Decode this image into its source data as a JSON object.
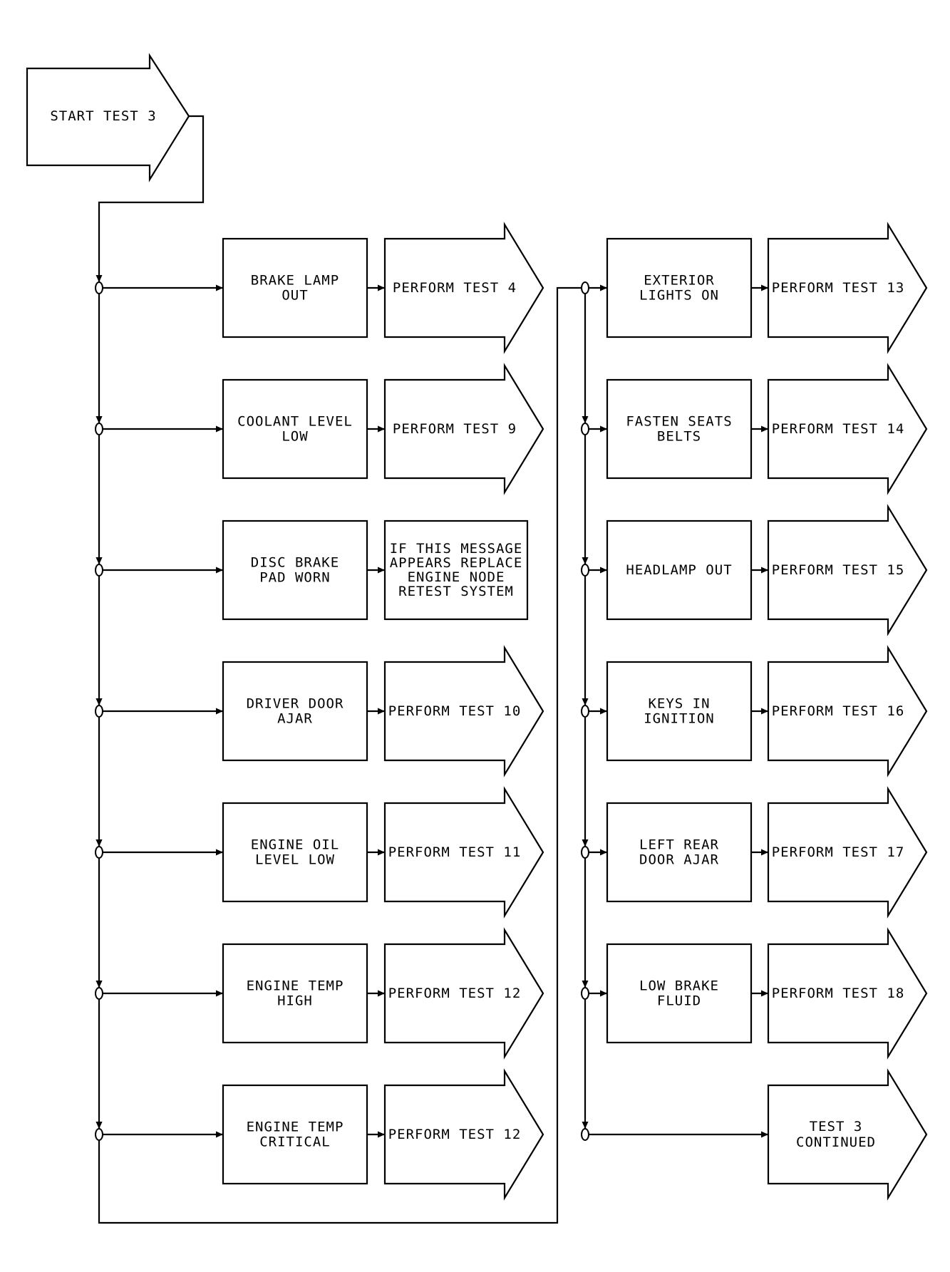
{
  "start": {
    "label": [
      "START TEST 3"
    ]
  },
  "left_column": [
    {
      "condition": [
        "BRAKE LAMP",
        "OUT"
      ],
      "action": [
        "PERFORM TEST 4"
      ],
      "action_shape": "arrow"
    },
    {
      "condition": [
        "COOLANT LEVEL",
        "LOW"
      ],
      "action": [
        "PERFORM TEST 9"
      ],
      "action_shape": "arrow"
    },
    {
      "condition": [
        "DISC BRAKE",
        "PAD WORN"
      ],
      "action": [
        "IF THIS MESSAGE",
        "APPEARS REPLACE",
        "ENGINE NODE",
        "RETEST SYSTEM"
      ],
      "action_shape": "box"
    },
    {
      "condition": [
        "DRIVER DOOR",
        "AJAR"
      ],
      "action": [
        "PERFORM TEST 10"
      ],
      "action_shape": "arrow"
    },
    {
      "condition": [
        "ENGINE OIL",
        "LEVEL LOW"
      ],
      "action": [
        "PERFORM TEST 11"
      ],
      "action_shape": "arrow"
    },
    {
      "condition": [
        "ENGINE TEMP",
        "HIGH"
      ],
      "action": [
        "PERFORM TEST 12"
      ],
      "action_shape": "arrow"
    },
    {
      "condition": [
        "ENGINE TEMP",
        "CRITICAL"
      ],
      "action": [
        "PERFORM TEST 12"
      ],
      "action_shape": "arrow"
    }
  ],
  "right_column": [
    {
      "condition": [
        "EXTERIOR",
        "LIGHTS ON"
      ],
      "action": [
        "PERFORM TEST 13"
      ],
      "action_shape": "arrow"
    },
    {
      "condition": [
        "FASTEN SEATS",
        "BELTS"
      ],
      "action": [
        "PERFORM TEST 14"
      ],
      "action_shape": "arrow"
    },
    {
      "condition": [
        "HEADLAMP OUT"
      ],
      "action": [
        "PERFORM TEST 15"
      ],
      "action_shape": "arrow"
    },
    {
      "condition": [
        "KEYS IN",
        "IGNITION"
      ],
      "action": [
        "PERFORM TEST 16"
      ],
      "action_shape": "arrow"
    },
    {
      "condition": [
        "LEFT REAR",
        "DOOR AJAR"
      ],
      "action": [
        "PERFORM TEST 17"
      ],
      "action_shape": "arrow"
    },
    {
      "condition": [
        "LOW BRAKE",
        "FLUID"
      ],
      "action": [
        "PERFORM TEST 18"
      ],
      "action_shape": "arrow"
    }
  ],
  "continuation": {
    "label": [
      "TEST 3",
      "CONTINUED"
    ]
  },
  "colors": {
    "ink": "#000000",
    "paper": "#ffffff"
  }
}
